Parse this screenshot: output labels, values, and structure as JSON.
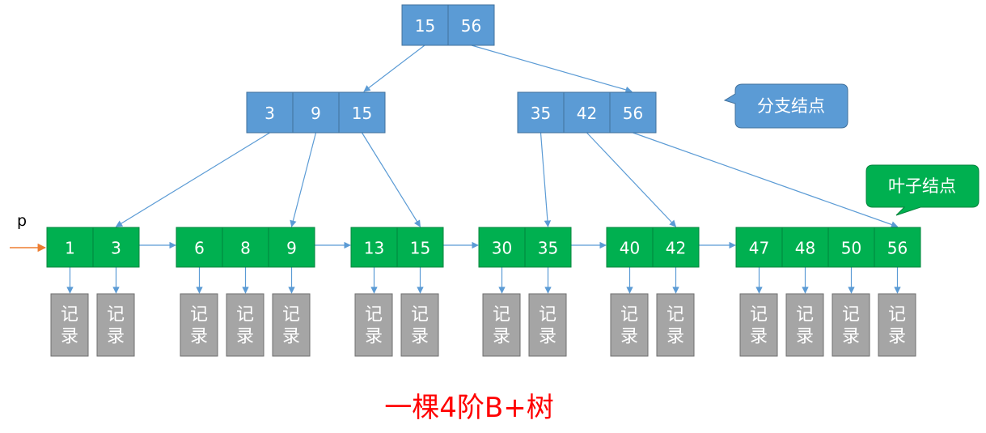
{
  "colors": {
    "internal_fill": "#5b9bd5",
    "internal_border": "#41719c",
    "leaf_fill": "#00b050",
    "leaf_border": "#00843b",
    "record_fill": "#a5a5a5",
    "record_border": "#6f6f6f",
    "edge": "#5b9bd5",
    "pointer": "#ed7d31",
    "caption": "#ff0000"
  },
  "tree": {
    "root": {
      "keys": [
        "15",
        "56"
      ]
    },
    "internal": [
      {
        "keys": [
          "3",
          "9",
          "15"
        ]
      },
      {
        "keys": [
          "35",
          "42",
          "56"
        ]
      }
    ],
    "leaves": [
      {
        "keys": [
          "1",
          "3"
        ]
      },
      {
        "keys": [
          "6",
          "8",
          "9"
        ]
      },
      {
        "keys": [
          "13",
          "15"
        ]
      },
      {
        "keys": [
          "30",
          "35"
        ]
      },
      {
        "keys": [
          "40",
          "42"
        ]
      },
      {
        "keys": [
          "47",
          "48",
          "50",
          "56"
        ]
      }
    ],
    "record_line1": "记",
    "record_line2": "录"
  },
  "labels": {
    "branch_node": "分支结点",
    "leaf_node": "叶子结点",
    "pointer": "p",
    "caption": "一棵4阶B+树"
  }
}
